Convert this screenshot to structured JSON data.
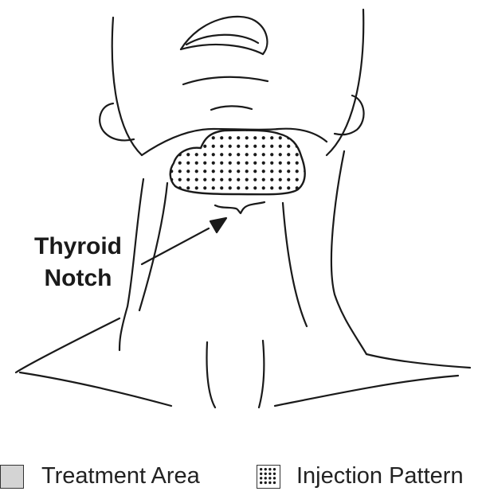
{
  "callout": {
    "line1": "Thyroid",
    "line2": "Notch"
  },
  "legend": {
    "treatment_area": {
      "label": "Treatment Area",
      "color": "#d4d4d4"
    },
    "injection_pattern": {
      "label": "Injection Pattern",
      "color": "#ffffff"
    }
  },
  "injection_dots": {
    "rows": 8,
    "cols": 14
  },
  "colors": {
    "line": "#1a1a1a"
  }
}
